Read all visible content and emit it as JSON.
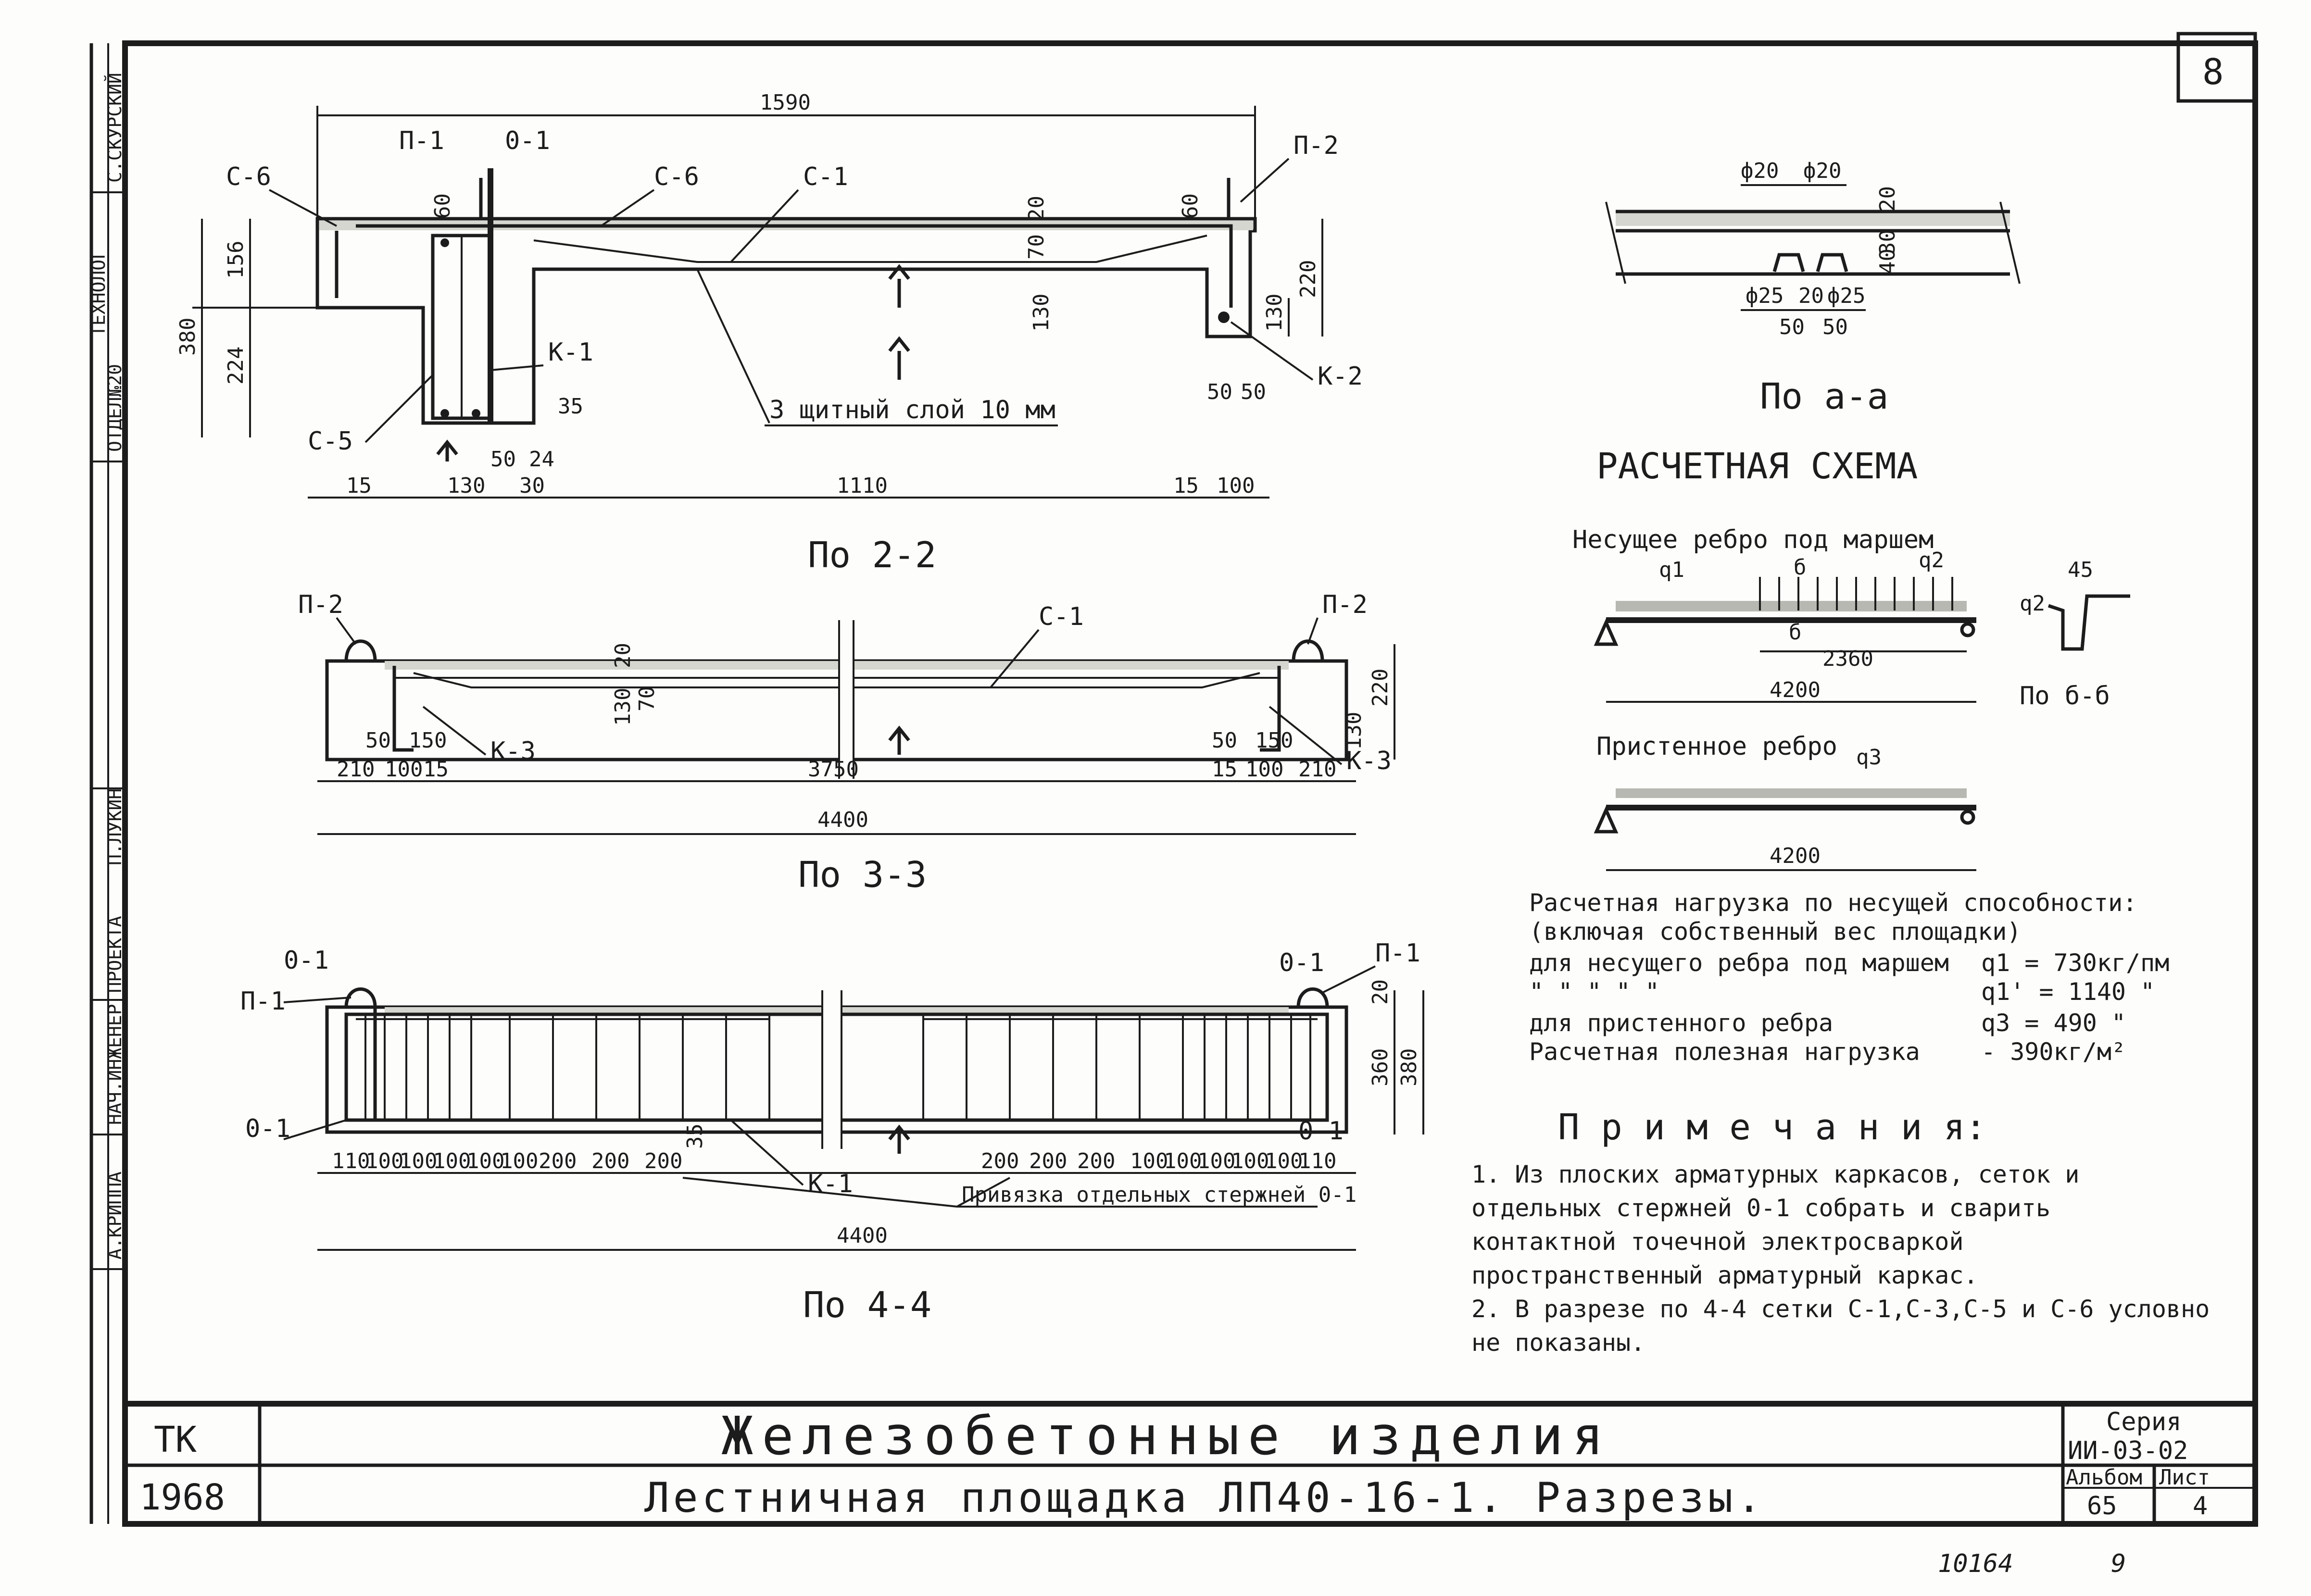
{
  "sheet": {
    "number": "8",
    "footer_left": "10164",
    "footer_right": "9"
  },
  "sidebar": [
    "С.СКУРСКИЙ",
    "ОТДЕЛ№20",
    "ТЕХНОЛОГ",
    "П.ЛУКИН",
    "НАЧ.ИНЖЕНЕР ПРОЕКТА",
    "А.КРИППА"
  ],
  "section22": {
    "caption": "По 2-2",
    "total": "1590",
    "labels": [
      "С-6",
      "П-1",
      "0-1",
      "С-6",
      "С-1",
      "П-2",
      "К-1",
      "К-2",
      "С-5"
    ],
    "layer_note": "3 щитный слой 10 мм",
    "dims_left": [
      "380",
      "156",
      "224"
    ],
    "dims_right": [
      "220",
      "130",
      "130"
    ],
    "dims_small": [
      "60",
      "60",
      "20",
      "70",
      "35",
      "50",
      "50",
      "50",
      "24"
    ],
    "dims_bottom": [
      "15",
      "130",
      "30",
      "1110",
      "15",
      "100"
    ]
  },
  "section33": {
    "caption": "По 3-3",
    "labels": [
      "П-2",
      "С-1",
      "П-2",
      "К-3",
      "К-3"
    ],
    "dims_v": [
      "20",
      "130",
      "70",
      "220",
      "130"
    ],
    "dims_small": [
      "50",
      "150",
      "50",
      "150"
    ],
    "dims_row": [
      "210",
      "100",
      "15",
      "3750",
      "15",
      "100",
      "210"
    ],
    "total": "4400"
  },
  "section44": {
    "caption": "По 4-4",
    "labels": [
      "0-1",
      "0-1",
      "П-1",
      "П-1",
      "0-1",
      "0-1",
      "К-1"
    ],
    "dims_v": [
      "20",
      "360",
      "380",
      "35"
    ],
    "dims_row_left": [
      "110",
      "100",
      "100",
      "100",
      "100",
      "100",
      "200",
      "200",
      "200"
    ],
    "dims_row_right": [
      "200",
      "200",
      "200",
      "100",
      "100",
      "100",
      "100",
      "100",
      "110"
    ],
    "note": "Привязка отдельных стержней 0-1",
    "total": "4400"
  },
  "sectionAA": {
    "caption": "По а-а",
    "top_dims": [
      "ф20",
      "ф20"
    ],
    "bot_dims": [
      "ф25",
      "20",
      "ф25"
    ],
    "small": [
      "50",
      "50",
      "20",
      "30",
      "40"
    ]
  },
  "scheme": {
    "title": "РАСЧЕТНАЯ СХЕМА",
    "beam1_title": "Несущее ребро под маршем",
    "beam1_q1": "q1",
    "beam1_q2": "q2",
    "beam1_mark": "б",
    "beam1_inner": "2360",
    "beam1_span": "4200",
    "beam2_title": "Пристенное ребро",
    "beam2_q3": "q3",
    "beam2_span": "4200",
    "detail_caption": "По б-б",
    "detail_angle": "45",
    "detail_q": "q2"
  },
  "loads": {
    "line1": "Расчетная нагрузка по несущей способности:",
    "line2": "(включая собственный вес площадки)",
    "line3": "для несущего ребра под маршем",
    "line3_val": "q1 = 730кг/пм",
    "line4": "\"        \"        \"        \"        \"",
    "line4_val": "q1' = 1140  \"",
    "line5": "для пристенного ребра",
    "line5_val": "q3 = 490  \"",
    "line6": "Расчетная полезная нагрузка",
    "line6_val": "- 390кг/м²"
  },
  "notes": {
    "title": "П р и м е ч а н и я:",
    "items": [
      "1. Из плоских арматурных каркасов, сеток и",
      "    отдельных стержней 0-1 собрать и сварить",
      "    контактной точечной электросваркой",
      "    пространственный арматурный каркас.",
      "2. В разрезе по 4-4 сетки С-1,С-3,С-5 и С-6 условно",
      "    не показаны."
    ]
  },
  "titleblock": {
    "org": "ТК",
    "year": "1968",
    "title": "Железобетонные изделия",
    "subtitle": "Лестничная площадка ЛП40-16-1. Разрезы.",
    "series_label": "Серия",
    "series": "ИИ-03-02",
    "album_label": "Альбом",
    "album": "65",
    "sheet_label": "Лист",
    "sheet": "4"
  }
}
